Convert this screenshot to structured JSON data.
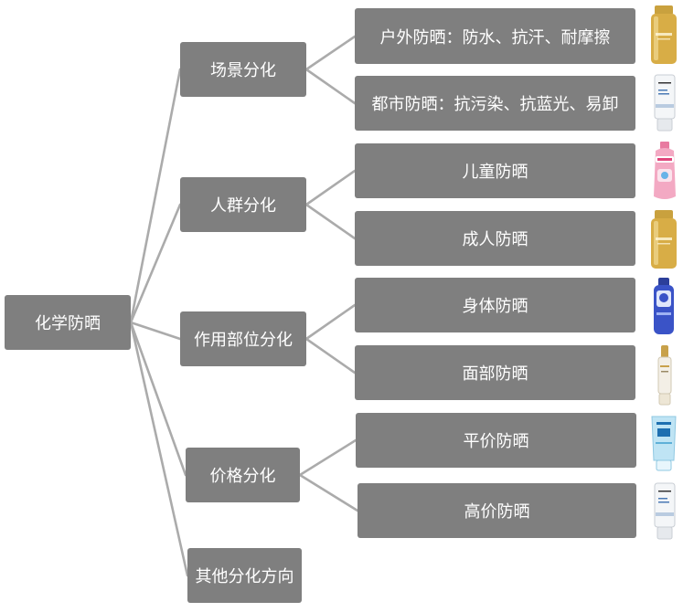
{
  "root": {
    "label": "化学防晒"
  },
  "branches": [
    {
      "label": "场景分化",
      "children": [
        {
          "label": "户外防晒：防水、抗汗、耐摩擦",
          "product_icon": "anessa-gold-bottle"
        },
        {
          "label": "都市防晒：抗污染、抗蓝光、易卸",
          "product_icon": "lancome-uv-tube"
        }
      ]
    },
    {
      "label": "人群分化",
      "children": [
        {
          "label": "儿童防晒",
          "product_icon": "pink-kids-sunscreen-bottle"
        },
        {
          "label": "成人防晒",
          "product_icon": "anessa-gold-bottle"
        }
      ]
    },
    {
      "label": "作用部位分化",
      "children": [
        {
          "label": "身体防晒",
          "product_icon": "blue-body-spray-bottle"
        },
        {
          "label": "面部防晒",
          "product_icon": "gold-face-cream-tube"
        }
      ]
    },
    {
      "label": "价格分化",
      "children": [
        {
          "label": "平价防晒",
          "product_icon": "biore-uv-tube"
        },
        {
          "label": "高价防晒",
          "product_icon": "lancome-uv-tube"
        }
      ]
    },
    {
      "label": "其他分化方向",
      "children": []
    }
  ],
  "colors": {
    "box": "#7f7f7f",
    "connector": "#ababab",
    "text": "#ffffff"
  }
}
